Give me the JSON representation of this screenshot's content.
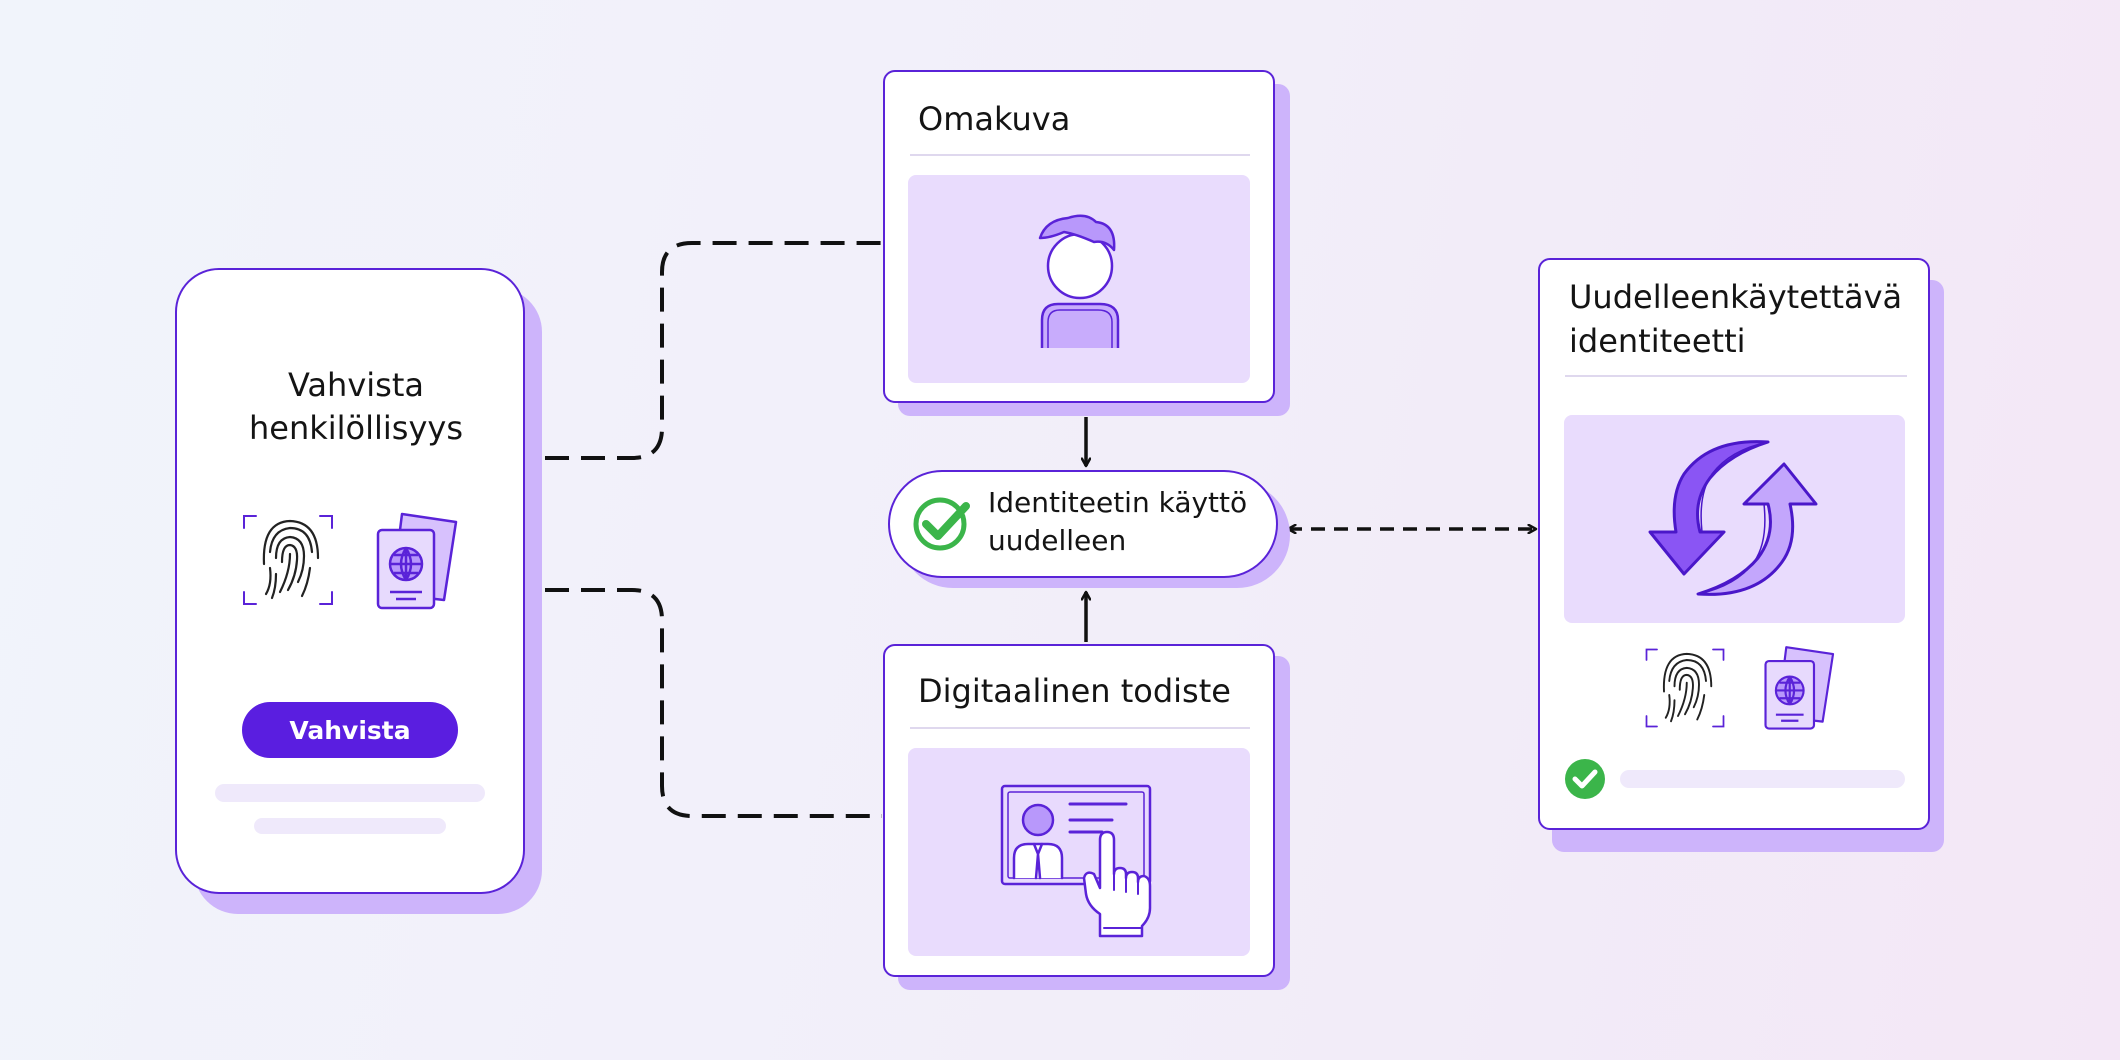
{
  "colors": {
    "accent": "#5a1ee0",
    "outline": "#5a23d8",
    "shadow": "#cdb4fb",
    "panel": "#e9dcfd",
    "success": "#3bb54a"
  },
  "left_card": {
    "title_line1": "Vahvista",
    "title_line2": "henkilöllisyys",
    "icons": [
      "fingerprint-icon",
      "passport-icon"
    ],
    "button_label": "Vahvista"
  },
  "selfie_card": {
    "title": "Omakuva",
    "icon": "person-avatar-icon"
  },
  "center_pill": {
    "icon": "check-circle-icon",
    "label_line1": "Identiteetin käyttö",
    "label_line2": "uudelleen"
  },
  "digital_card": {
    "title": "Digitaalinen todiste",
    "icon": "id-card-tap-icon"
  },
  "right_card": {
    "title_line1": "Uudelleenkäytettävä",
    "title_line2": "identiteetti",
    "icons": [
      "refresh-arrows-icon",
      "fingerprint-icon",
      "passport-icon",
      "check-circle-icon"
    ]
  }
}
